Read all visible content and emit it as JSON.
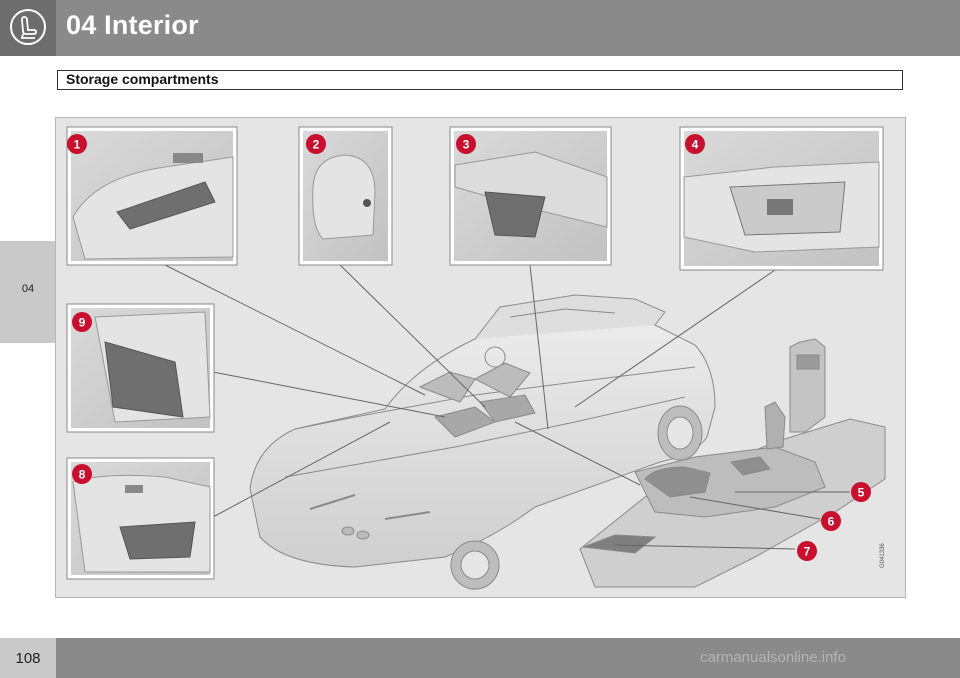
{
  "header": {
    "chapter_title": "04 Interior",
    "icon": "seat-icon"
  },
  "section": {
    "title": "Storage compartments"
  },
  "side_tab": {
    "label": "04"
  },
  "footer": {
    "page_number": "108",
    "watermark": "carmanualsonline.info"
  },
  "figure": {
    "image_code": "G041336",
    "callouts": [
      "1",
      "2",
      "3",
      "4",
      "5",
      "6",
      "7",
      "8",
      "9"
    ]
  },
  "colors": {
    "header_gray": "#8a8a8a",
    "tab_gray": "#c9c9c9",
    "callout_red": "#c8102e"
  }
}
